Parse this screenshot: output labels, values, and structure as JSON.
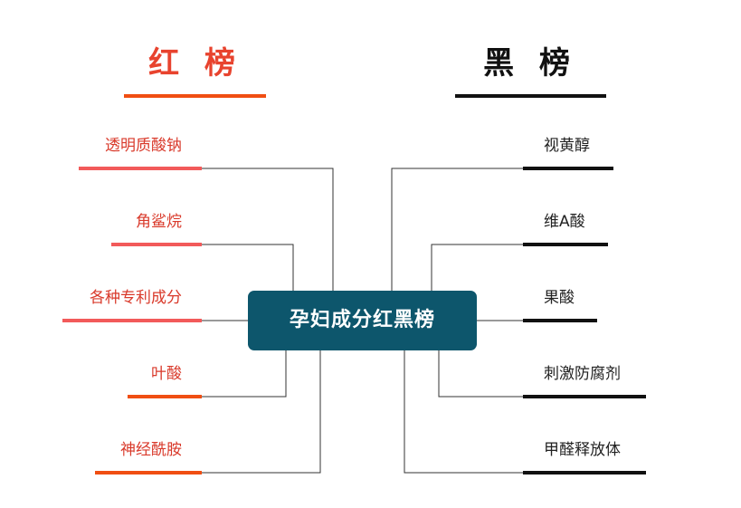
{
  "center": {
    "title": "孕妇成分红黑榜"
  },
  "red_list": {
    "heading": "红 榜",
    "color": "#e8432e",
    "items": [
      {
        "label": "透明质酸钠",
        "color": "#f25a5a"
      },
      {
        "label": "角鲨烷",
        "color": "#f25a5a"
      },
      {
        "label": "各种专利成分",
        "color": "#f25a5a"
      },
      {
        "label": "叶酸",
        "color": "#f04e12"
      },
      {
        "label": "神经酰胺",
        "color": "#f04e12"
      }
    ]
  },
  "black_list": {
    "heading": "黑 榜",
    "color": "#111111",
    "items": [
      {
        "label": "视黄醇"
      },
      {
        "label": "维A酸"
      },
      {
        "label": "果酸"
      },
      {
        "label": "刺激防腐剂"
      },
      {
        "label": "甲醛释放体"
      }
    ]
  }
}
